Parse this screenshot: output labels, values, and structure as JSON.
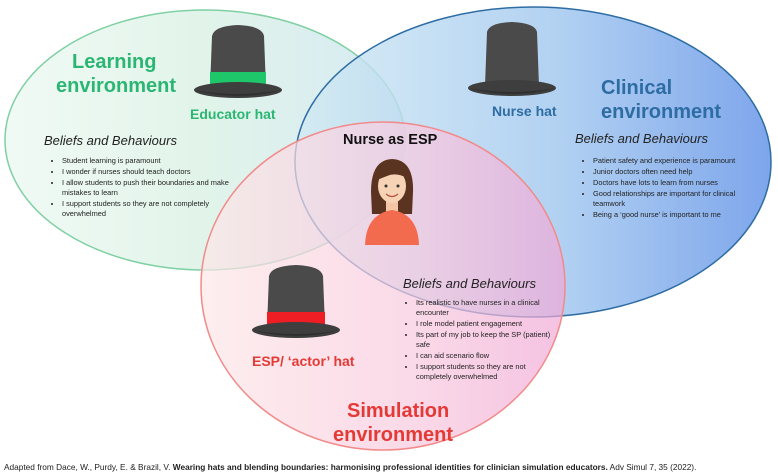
{
  "colors": {
    "learning": "#2bb673",
    "clinical": "#2e6da4",
    "simulation": "#e53935",
    "learning_fill": "#d4f1e0",
    "clinical_fill": "#6f9ee8",
    "simulation_fill": "#f5b0cf",
    "hat_body": "#4a4a4a",
    "educator_band": "#1ec86a",
    "actor_band": "#ef1d24"
  },
  "learning": {
    "title_line1": "Learning",
    "title_line2": "environment",
    "hat_label": "Educator hat",
    "beliefs_title": "Beliefs and Behaviours",
    "bullets": [
      "Student learning is paramount",
      "I wonder if nurses should teach doctors",
      "I allow students to push their boundaries and make mistakes to learn",
      "I support students so they are not completely overwhelmed"
    ]
  },
  "clinical": {
    "title_line1": "Clinical",
    "title_line2": "environment",
    "hat_label": "Nurse hat",
    "beliefs_title": "Beliefs and Behaviours",
    "bullets": [
      "Patient safety and experience is paramount",
      "Junior doctors often need help",
      "Doctors have lots to learn from nurses",
      "Good relationships are important for clinical teamwork",
      "Being a ‘good nurse’ is important to me"
    ]
  },
  "center": {
    "label": "Nurse as ESP"
  },
  "simulation": {
    "title_line1": "Simulation",
    "title_line2": "environment",
    "hat_label": "ESP/ ‘actor’ hat",
    "beliefs_title": "Beliefs and Behaviours",
    "bullets": [
      "Its realistic to have nurses in a clinical encounter",
      "I role model patient engagement",
      "Its part of my job to keep the SP (patient) safe",
      "I can aid scenario flow",
      "I support students so they are not completely overwhelmed"
    ]
  },
  "caption": {
    "prefix": "Adapted from Dace, W., Purdy, E. & Brazil, V. ",
    "title": "Wearing hats and blending boundaries: harmonising professional identities for clinician simulation educators.",
    "suffix": " Adv Simul 7, 35 (2022)."
  }
}
